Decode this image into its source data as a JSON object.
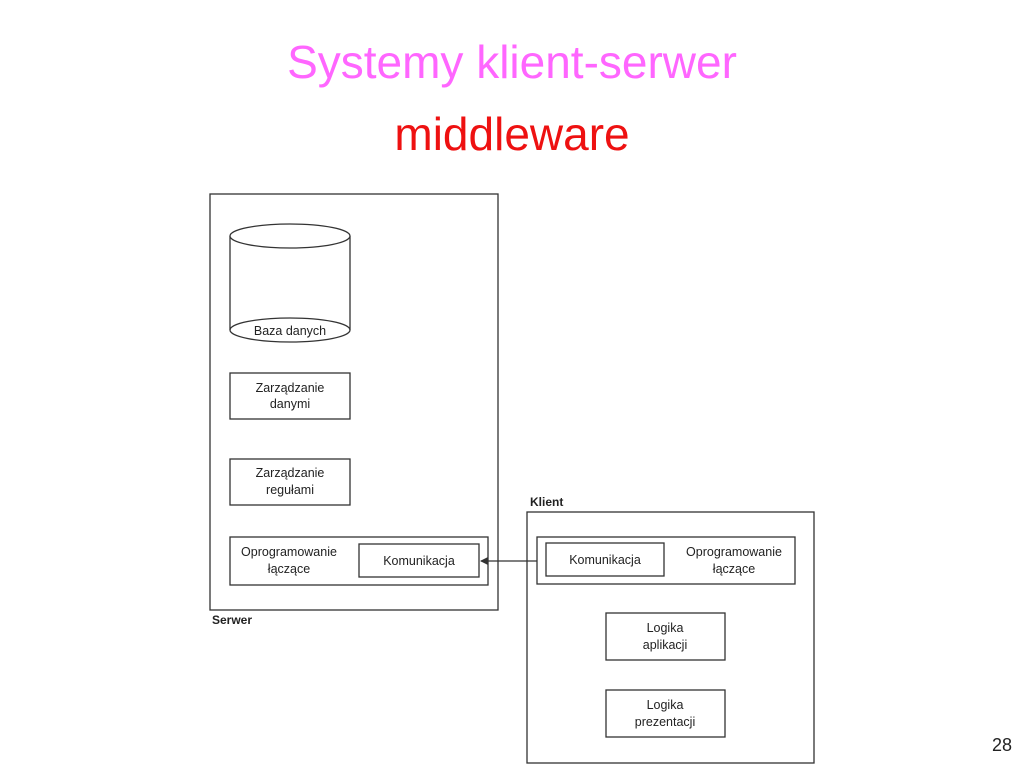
{
  "slide": {
    "title": "Systemy klient-serwer",
    "subtitle": "middleware",
    "page_number": "28"
  },
  "colors": {
    "title": "#ff66ff",
    "subtitle": "#ee1111",
    "box_stroke": "#333333",
    "arrow": "#333333"
  },
  "server": {
    "caption": "Serwer",
    "database": "Baza danych",
    "data_mgmt": [
      "Zarządzanie",
      "danymi"
    ],
    "rules_mgmt": [
      "Zarządzanie",
      "regułami"
    ],
    "middleware": [
      "Oprogramowanie",
      "łączące"
    ],
    "communication": "Komunikacja"
  },
  "client": {
    "caption": "Klient",
    "communication": "Komunikacja",
    "middleware": [
      "Oprogramowanie",
      "łączące"
    ],
    "app_logic": [
      "Logika",
      "aplikacji"
    ],
    "presentation_logic": [
      "Logika",
      "prezentacji"
    ]
  }
}
